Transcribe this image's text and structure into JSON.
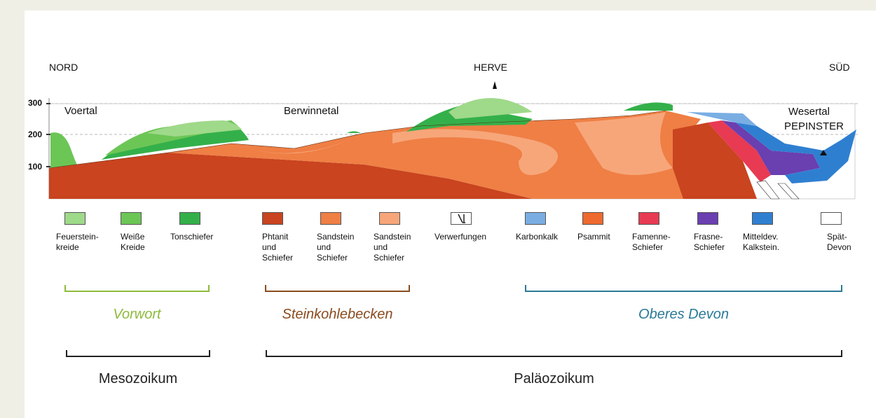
{
  "diagram": {
    "direction_left": "NORD",
    "direction_right": "SÜD",
    "summit": "HERVE",
    "y_ticks": [
      "300",
      "200",
      "100"
    ],
    "places": [
      "Voertal",
      "Berwinnetal",
      "Wesertal",
      "PEPINSTER"
    ]
  },
  "legend": [
    {
      "label": "Feuerstein-\nkreide",
      "color": "#9fd98a"
    },
    {
      "label": "Weiße\nKreide",
      "color": "#6cc656"
    },
    {
      "label": "Tonschiefer",
      "color": "#34b04a"
    },
    {
      "label": "Phtanit\nund\nSchiefer",
      "color": "#c9441f"
    },
    {
      "label": "Sandstein\nund\nSchiefer",
      "color": "#ef7f45"
    },
    {
      "label": "Sandstein\nund\nSchiefer",
      "color": "#f7a67a"
    },
    {
      "label": "Verwerfungen",
      "color": "#ffffff"
    },
    {
      "label": "Karbonkalk",
      "color": "#7aaee3"
    },
    {
      "label": "Psammit",
      "color": "#ee6a2e"
    },
    {
      "label": "Famenne-\nSchiefer",
      "color": "#e83a53"
    },
    {
      "label": "Frasne-\nSchiefer",
      "color": "#6a3fb0"
    },
    {
      "label": "Mitteldev.\nKalkstein.",
      "color": "#2f7fd1"
    },
    {
      "label": "Spät-\nDevon",
      "color": "#ffffff"
    }
  ],
  "groups": [
    {
      "label": "Vorwort",
      "color": "#8dbb3c"
    },
    {
      "label": "Steinkohlebecken",
      "color": "#8a4b1e"
    },
    {
      "label": "Oberes Devon",
      "color": "#2a7a96"
    }
  ],
  "eras": [
    {
      "label": "Mesozoikum"
    },
    {
      "label": "Paläozoikum"
    }
  ]
}
